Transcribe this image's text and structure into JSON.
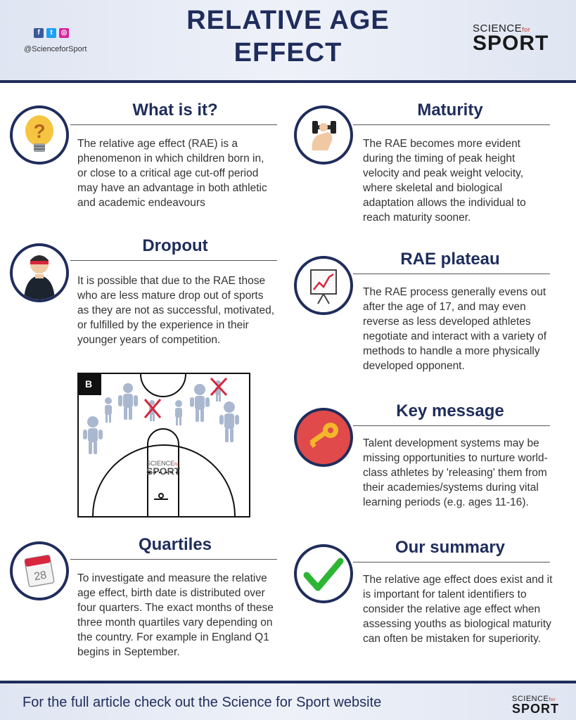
{
  "header": {
    "title_line1": "RELATIVE AGE",
    "title_line2": "EFFECT",
    "handle": "@ScienceforSport",
    "social_icons": [
      "facebook-icon",
      "twitter-icon",
      "instagram-icon"
    ],
    "logo_line1": "SCIENCE",
    "logo_small": "for",
    "logo_line2": "SPORT"
  },
  "sections": {
    "what_is_it": {
      "title": "What is it?",
      "text": "The relative age effect (RAE) is a phenomenon in which children born in, or close to a critical age cut-off period may have an advantage in both athletic and academic endeavours",
      "icon": "lightbulb-question-icon"
    },
    "dropout": {
      "title": "Dropout",
      "text": "It is possible that due to the RAE those who are less mature drop out of sports as they are not as successful, motivated, or fulfilled by the experience in their younger years of competition.",
      "icon": "athlete-headband-icon"
    },
    "quartiles": {
      "title": "Quartiles",
      "text": "To investigate and measure the relative age effect, birth date is distributed over four quarters. The exact months of these three month quartiles vary depending on the country. For example in England Q1 begins in September.",
      "icon": "calendar-icon",
      "calendar_day": "28"
    },
    "maturity": {
      "title": "Maturity",
      "text": "The RAE becomes more evident during the timing of peak height velocity and peak weight velocity, where skeletal and biological adaptation allows the individual to reach maturity sooner.",
      "icon": "dumbbell-arm-icon"
    },
    "rae_plateau": {
      "title": "RAE plateau",
      "text": "The RAE process generally evens out after the age of 17, and may even reverse as less developed athletes negotiate and interact with a variety of methods to handle a more physically developed opponent.",
      "icon": "chart-board-icon"
    },
    "key_message": {
      "title": "Key message",
      "text": "Talent development systems may be missing opportunities to nurture world-class athletes by 'releasing' them from their academies/systems during vital learning periods (e.g. ages 11-16).",
      "icon": "key-icon"
    },
    "our_summary": {
      "title": "Our summary",
      "text": "The relative age effect does exist and it is important for talent identifiers to consider the relative age effect when assessing youths as biological maturity can often be mistaken for superiority.",
      "icon": "checkmark-icon"
    }
  },
  "court": {
    "label": "B",
    "logo_line1": "SCIENCE",
    "logo_small": "for",
    "logo_line2": "SPORT"
  },
  "footer": {
    "text": "For the full article check out the Science for Sport website",
    "logo_line1": "SCIENCE",
    "logo_small": "for",
    "logo_line2": "SPORT"
  },
  "colors": {
    "navy": "#1f2d5c",
    "figure": "#a9b8cf",
    "cross": "#d7263d",
    "key_circle": "#e04a4a",
    "check": "#2db534"
  }
}
